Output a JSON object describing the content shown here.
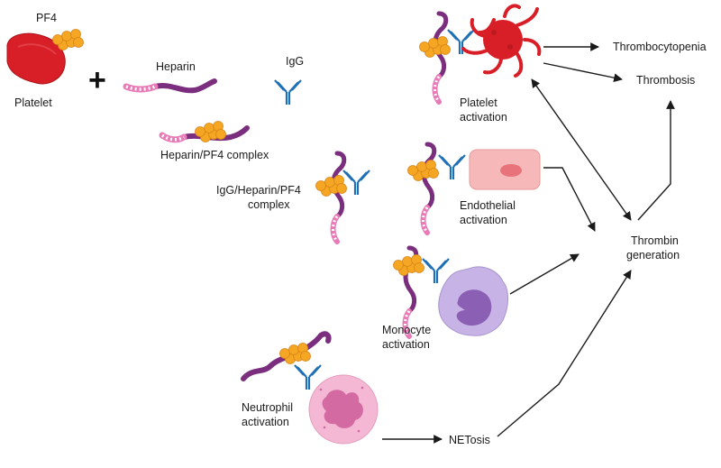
{
  "labels": {
    "pf4": "PF4",
    "platelet": "Platelet",
    "plus": "+",
    "heparin": "Heparin",
    "igg": "IgG",
    "heparin_pf4_complex": "Heparin/PF4 complex",
    "igg_complex_line1": "IgG/Heparin/PF4",
    "igg_complex_line2": "complex",
    "platelet_activation_line1": "Platelet",
    "platelet_activation_line2": "activation",
    "endothelial_activation_line1": "Endothelial",
    "endothelial_activation_line2": "activation",
    "monocyte_activation_line1": "Monocyte",
    "monocyte_activation_line2": "activation",
    "neutrophil_activation_line1": "Neutrophil",
    "neutrophil_activation_line2": "activation",
    "thrombocytopenia": "Thrombocytopenia",
    "thrombosis": "Thrombosis",
    "thrombin_generation_line1": "Thrombin",
    "thrombin_generation_line2": "generation",
    "netosis": "NETosis"
  },
  "colors": {
    "platelet_red": "#d81e26",
    "pf4_orange": "#f5a623",
    "heparin_purple": "#7b2d7e",
    "heparin_pink": "#e87ab8",
    "igg_blue": "#1f6fb5",
    "endothelial_pink": "#f6b8b8",
    "monocyte_lilac": "#c7b3e6",
    "neutrophil_pink": "#f4b8d4",
    "arrow": "#1a1a1a"
  }
}
